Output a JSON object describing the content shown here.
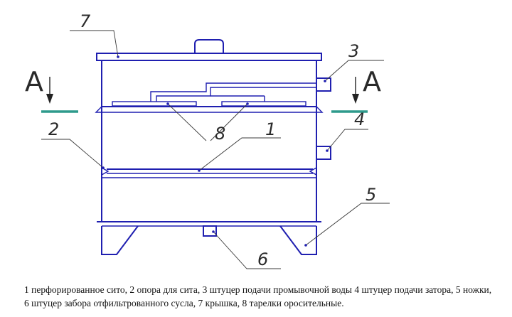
{
  "section_marks": {
    "left": "A",
    "right": "A"
  },
  "labels": {
    "l1": "1",
    "l2": "2",
    "l3": "3",
    "l4": "4",
    "l5": "5",
    "l6": "6",
    "l7": "7",
    "l8": "8"
  },
  "caption": "1 перфорированное сито, 2 опора для сита, 3 штуцер подачи промывочной воды 4 штуцер подачи затора, 5 ножки, 6 штуцер забора отфильтрованного сусла, 7 крышка, 8 тарелки оросительные.",
  "colors": {
    "outline": "#1f1fb0",
    "section_line": "#2e9a8c",
    "leader": "#3a3a3a"
  }
}
